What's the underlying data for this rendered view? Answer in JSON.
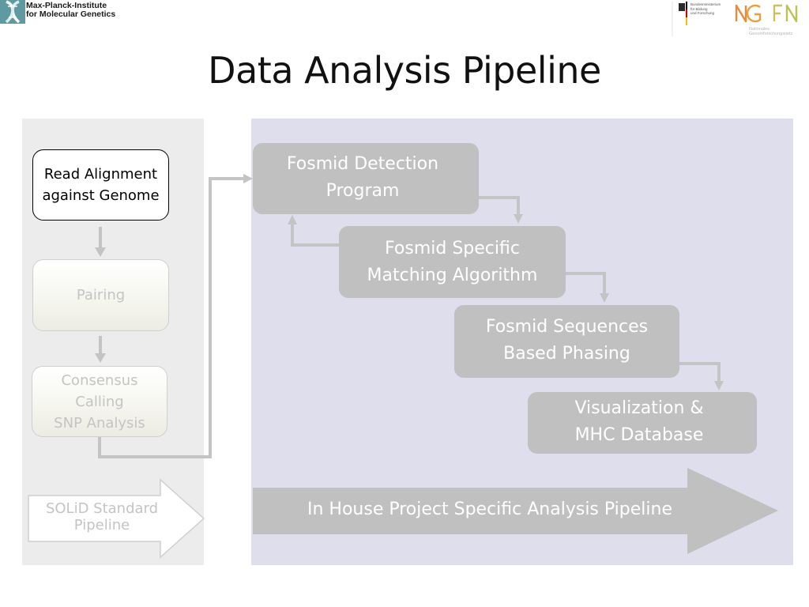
{
  "header": {
    "institute_line1": "Max-Planck-Institute",
    "institute_line2": "for Molecular Genetics",
    "ministry_lines": [
      "Bundesministerium",
      "für Bildung",
      "und Forschung"
    ],
    "ngfn_logo_text": "NGFN",
    "ngfn_sub_lines": [
      "Nationales",
      "Genomforschungsnetz"
    ]
  },
  "title": "Data Analysis Pipeline",
  "left_steps": {
    "read_alignment": [
      "Read Alignment",
      "against Genome"
    ],
    "pairing": "Pairing",
    "consensus": [
      "Consensus",
      "Calling",
      "SNP Analysis"
    ],
    "solid_pipeline": [
      "SOLiD Standard",
      "Pipeline"
    ]
  },
  "right_steps": {
    "fosmid_detection": [
      "Fosmid Detection",
      "Program"
    ],
    "fosmid_matching": [
      "Fosmid Specific",
      "Matching Algorithm"
    ],
    "fosmid_phasing": [
      "Fosmid Sequences",
      "Based Phasing"
    ],
    "visualization": [
      "Visualization &",
      "MHC Database"
    ],
    "in_house_pipeline": "In House Project Specific Analysis Pipeline"
  },
  "colors": {
    "left_panel_bg": "#ececec",
    "right_panel_bg": "#dedeec",
    "process_box": "#c0c0c0",
    "connector": "#c4c4c4",
    "text_white": "#ffffff",
    "text_faded": "#c4c4c4"
  }
}
